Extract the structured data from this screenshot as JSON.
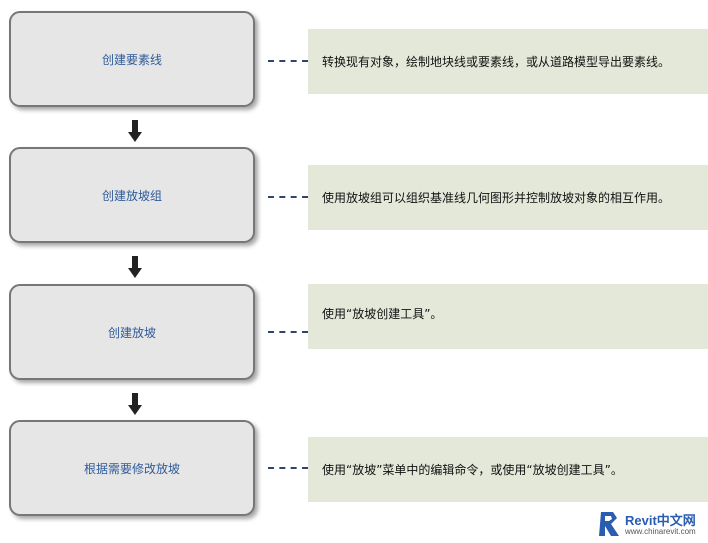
{
  "steps": [
    {
      "label": "创建要素线",
      "note": "转换现有对象，绘制地块线或要素线，或从道路模型导出要素线。"
    },
    {
      "label": "创建放坡组",
      "note": "使用放坡组可以组织基准线几何图形并控制放坡对象的相互作用。"
    },
    {
      "label": "创建放坡",
      "note": "使用“放坡创建工具”。"
    },
    {
      "label": "根据需要修改放坡",
      "note": "使用“放坡”菜单中的编辑命令，或使用“放坡创建工具”。"
    }
  ],
  "watermark": {
    "brand": "Revit中文网",
    "url": "www.chinarevit.com"
  },
  "colors": {
    "box_fill": "#e6e6e6",
    "box_border": "#777777",
    "label_text": "#2f5b9a",
    "note_fill": "#e4e8d9",
    "connector": "#2d4570"
  }
}
